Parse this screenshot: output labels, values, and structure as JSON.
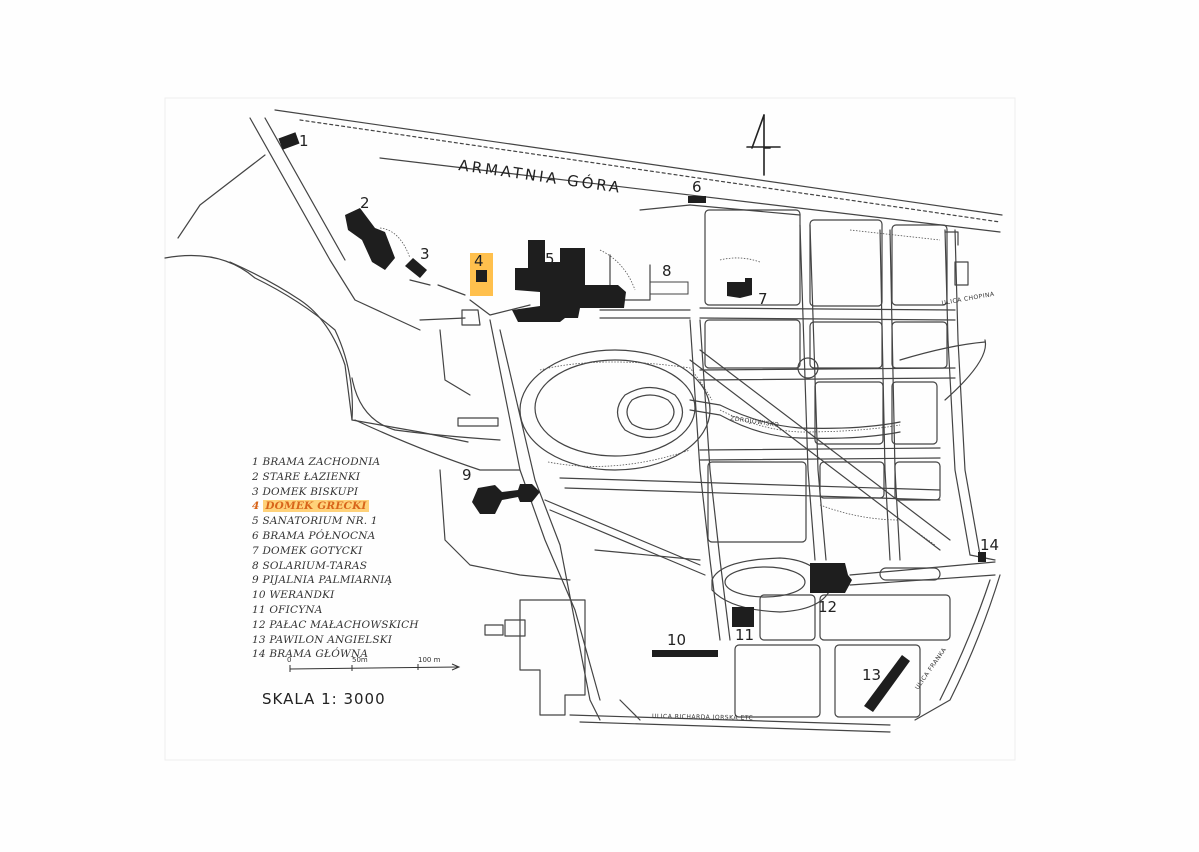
{
  "map": {
    "street_top": "ARMATNIA GÓRA",
    "street_right": "ULICA CHOPINA",
    "street_bottom": "ULICA RICHARDA JORSKA ETC",
    "street_canal": "ZDROJOWISKO",
    "street_diag": "ULICA FRANKA"
  },
  "numbers": [
    "1",
    "2",
    "3",
    "4",
    "5",
    "6",
    "7",
    "8",
    "9",
    "10",
    "11",
    "12",
    "13",
    "14"
  ],
  "legend": [
    {
      "num": "1",
      "name": "BRAMA ZACHODNIA"
    },
    {
      "num": "2",
      "name": "STARE ŁAZIENKI"
    },
    {
      "num": "3",
      "name": "DOMEK BISKUPI"
    },
    {
      "num": "4",
      "name": "DOMEK GRECKI"
    },
    {
      "num": "5",
      "name": "SANATORIUM NR. 1"
    },
    {
      "num": "6",
      "name": "BRAMA PÓŁNOCNA"
    },
    {
      "num": "7",
      "name": "DOMEK GOTYCKI"
    },
    {
      "num": "8",
      "name": "SOLARIUM-TARAS"
    },
    {
      "num": "9",
      "name": "PIJALNIA PALMIARNIĄ"
    },
    {
      "num": "10",
      "name": "WERANDKI"
    },
    {
      "num": "11",
      "name": "OFICYNA"
    },
    {
      "num": "12",
      "name": "PAŁAC MAŁACHOWSKICH"
    },
    {
      "num": "13",
      "name": "PAWILON ANGIELSKI"
    },
    {
      "num": "14",
      "name": "BRAMA GŁÓWNA"
    }
  ],
  "highlighted_item": "4",
  "scale_bar": {
    "labels": [
      "0",
      "50m",
      "100 m"
    ]
  },
  "scale_text": "SKALA 1: 3000",
  "colors": {
    "highlight": "#ffc04d",
    "highlight_text": "#d8651a",
    "ink": "#1e1e1e"
  },
  "icons": {
    "north_arrow": "north-arrow-icon"
  }
}
